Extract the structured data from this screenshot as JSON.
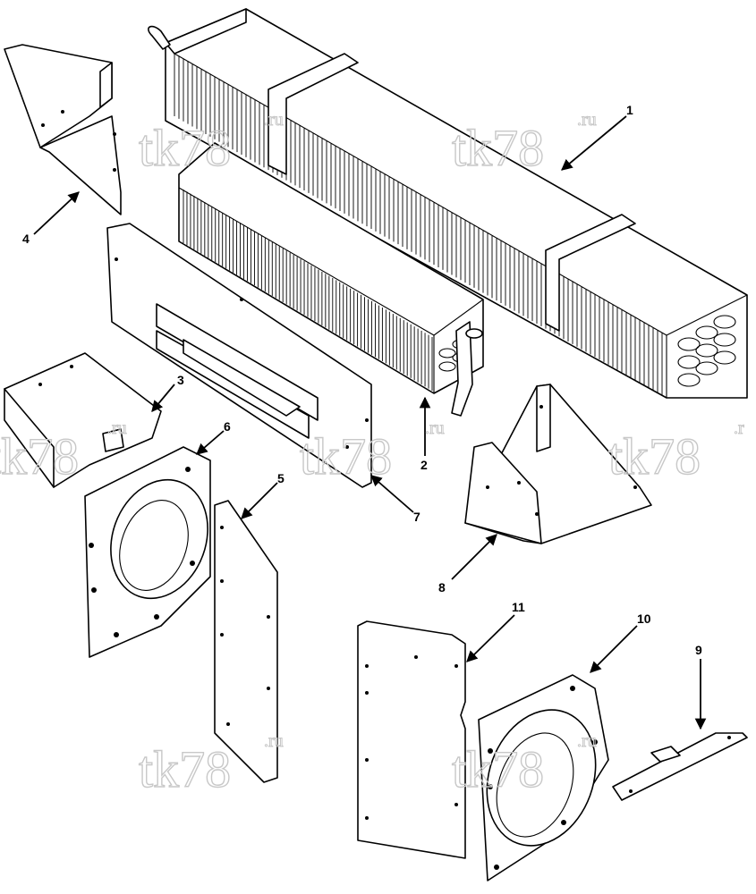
{
  "diagram": {
    "watermark": {
      "main": "tk78",
      "suffix": ".ru",
      "partial_suffix": ".r"
    },
    "callouts": [
      {
        "id": "1",
        "label": "1"
      },
      {
        "id": "2",
        "label": "2"
      },
      {
        "id": "3",
        "label": "3"
      },
      {
        "id": "4",
        "label": "4"
      },
      {
        "id": "5",
        "label": "5"
      },
      {
        "id": "6",
        "label": "6"
      },
      {
        "id": "7",
        "label": "7"
      },
      {
        "id": "8",
        "label": "8"
      },
      {
        "id": "9",
        "label": "9"
      },
      {
        "id": "10",
        "label": "10"
      },
      {
        "id": "11",
        "label": "11"
      }
    ]
  }
}
